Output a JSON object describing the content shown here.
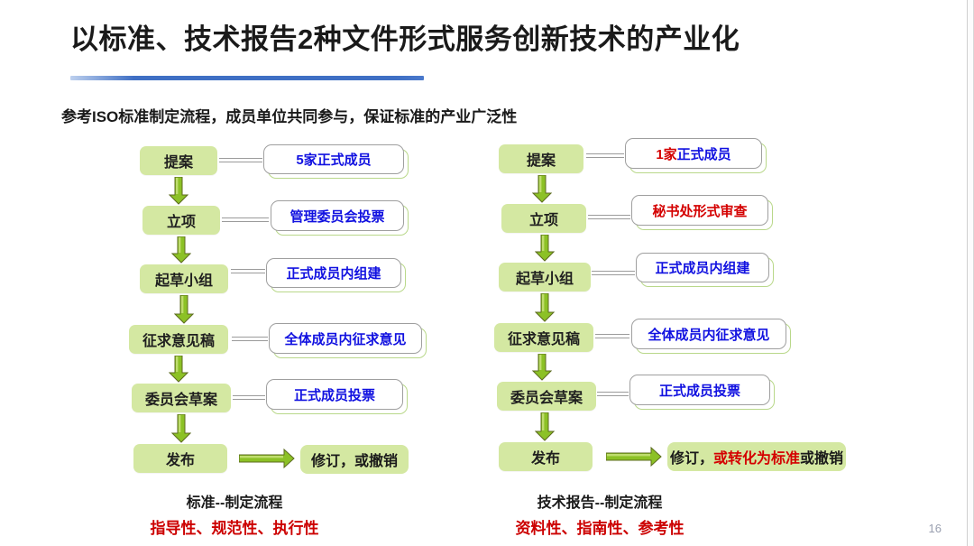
{
  "slide": {
    "title": "以标准、技术报告2种文件形式服务创新技术的产业化",
    "subtitle": "参考ISO标准制定流程，成员单位共同参与，保证标准的产业广泛性",
    "page_number": "16",
    "accent_blue": "#3f6fc4",
    "stage_green": "#d4e8a2",
    "arrow_green": "#8cc126",
    "text_blue": "#1111e0",
    "text_red": "#d40000"
  },
  "left_flow": {
    "stages": [
      {
        "label": "提案"
      },
      {
        "label": "立项"
      },
      {
        "label": "起草小组"
      },
      {
        "label": "征求意见稿"
      },
      {
        "label": "委员会草案"
      },
      {
        "label": "发布"
      }
    ],
    "callouts": [
      {
        "segments": [
          {
            "text": "5家正式成员",
            "color": "blue"
          }
        ]
      },
      {
        "segments": [
          {
            "text": "管理委员会投票",
            "color": "blue"
          }
        ]
      },
      {
        "segments": [
          {
            "text": "正式成员内组建",
            "color": "blue"
          }
        ]
      },
      {
        "segments": [
          {
            "text": "全体成员内征求意见",
            "color": "blue"
          }
        ]
      },
      {
        "segments": [
          {
            "text": "正式成员投票",
            "color": "blue"
          }
        ]
      }
    ],
    "result": {
      "segments": [
        {
          "text": "修订，或撤销",
          "color": "black"
        }
      ]
    },
    "caption": "标准--制定流程",
    "caption_red": "指导性、规范性、执行性"
  },
  "right_flow": {
    "stages": [
      {
        "label": "提案"
      },
      {
        "label": "立项"
      },
      {
        "label": "起草小组"
      },
      {
        "label": "征求意见稿"
      },
      {
        "label": "委员会草案"
      },
      {
        "label": "发布"
      }
    ],
    "callouts": [
      {
        "segments": [
          {
            "text": "1家",
            "color": "red"
          },
          {
            "text": "正式成员",
            "color": "blue"
          }
        ]
      },
      {
        "segments": [
          {
            "text": "秘书处形式审查",
            "color": "red"
          }
        ]
      },
      {
        "segments": [
          {
            "text": "正式成员内组建",
            "color": "blue"
          }
        ]
      },
      {
        "segments": [
          {
            "text": "全体成员内征求意见",
            "color": "blue"
          }
        ]
      },
      {
        "segments": [
          {
            "text": "正式成员投票",
            "color": "blue"
          }
        ]
      }
    ],
    "result": {
      "segments": [
        {
          "text": "修订，",
          "color": "black"
        },
        {
          "text": "或转化为标准",
          "color": "red"
        },
        {
          "text": "或撤销",
          "color": "black"
        }
      ]
    },
    "caption": "技术报告--制定流程",
    "caption_red": "资料性、指南性、参考性"
  }
}
